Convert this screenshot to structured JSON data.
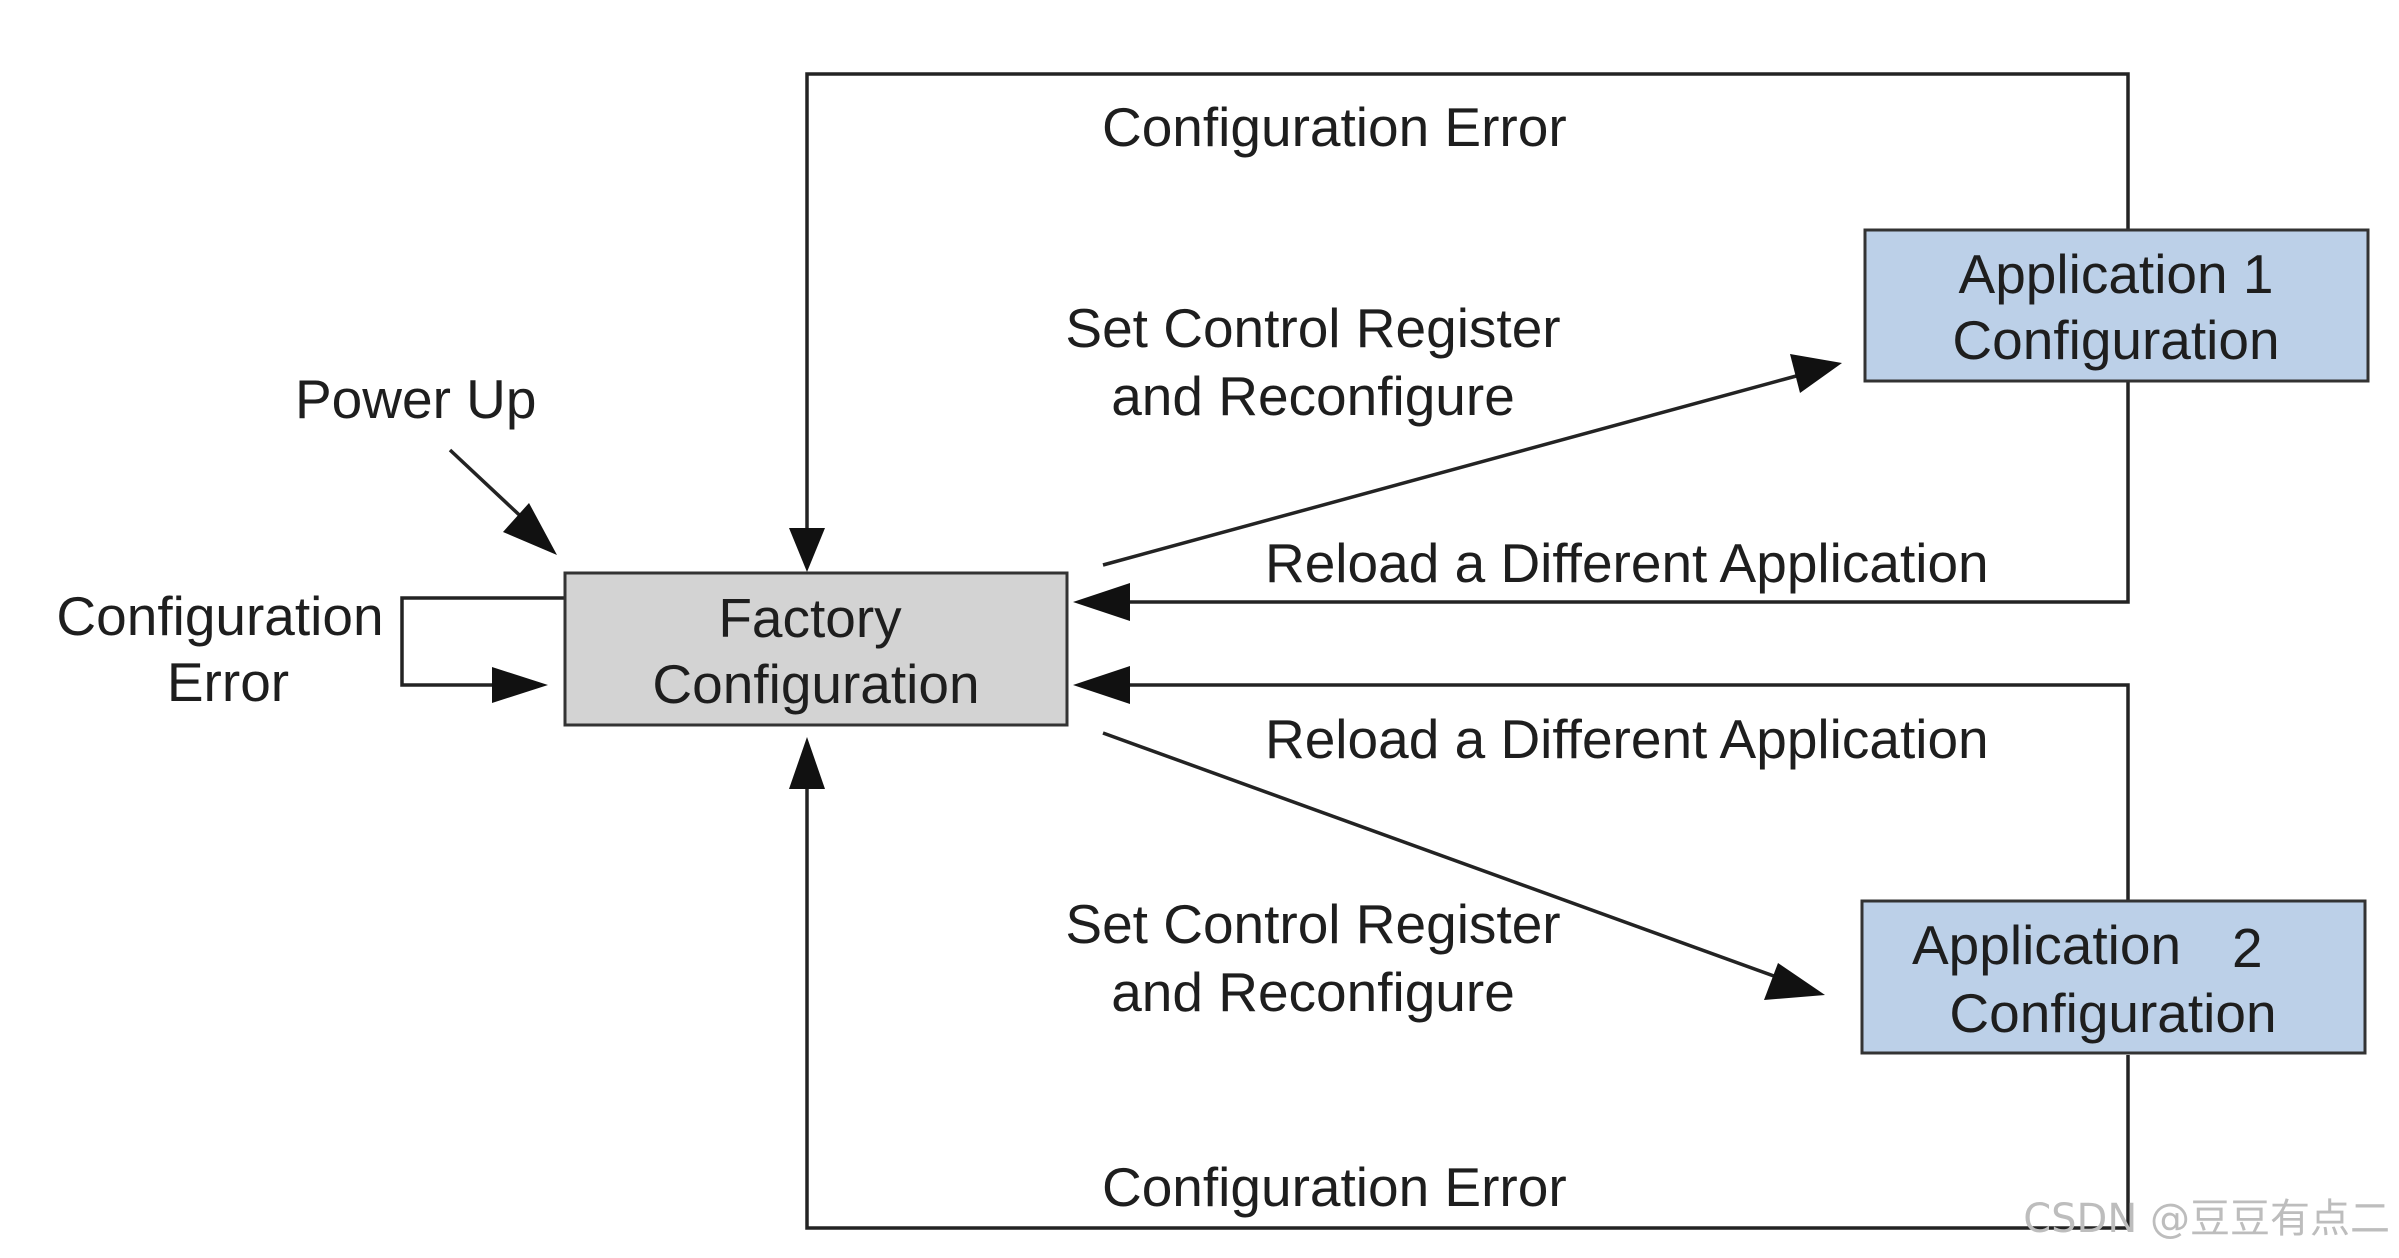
{
  "nodes": {
    "factory": {
      "line1": "Factory",
      "line2": "Configuration"
    },
    "app1": {
      "line1": "Application 1",
      "line2": "Configuration"
    },
    "app2": {
      "line1": "Application",
      "number": "2",
      "line2": "Configuration"
    }
  },
  "labels": {
    "config_error_top": "Configuration Error",
    "set_control_top_1": "Set Control Register",
    "set_control_top_2": "and Reconfigure",
    "power_up": "Power Up",
    "config_error_left_1": "Configuration",
    "config_error_left_2": "Error",
    "reload_1": "Reload a Different Application",
    "reload_2": "Reload a Different Application",
    "set_control_bottom_1": "Set Control Register",
    "set_control_bottom_2": "and Reconfigure",
    "config_error_bottom": "Configuration Error"
  },
  "watermark": "CSDN @豆豆有点二",
  "colors": {
    "factory_fill": "#d3d3d3",
    "app_fill": "#bcd0e8",
    "line": "#232323",
    "text": "#1e1e1e",
    "watermark": "#bdbdbd"
  }
}
